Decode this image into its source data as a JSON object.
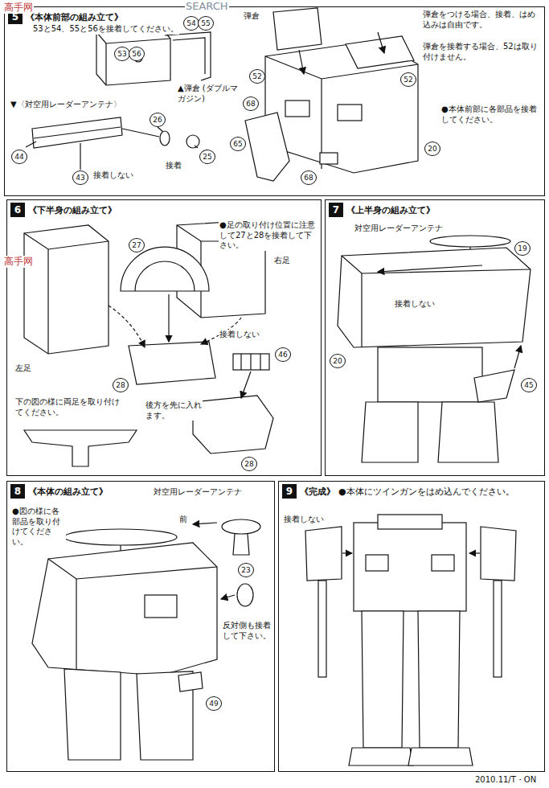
{
  "diagram": {
    "nodes": [
      {
        "text": [
          "5",
          "《本体前部の組み立て》"
        ]
      },
      {
        "text": [
          "6",
          "《下半身の組み立て》"
        ]
      },
      {
        "text": [
          "7",
          "《上半身の組み立て》"
        ]
      },
      {
        "text": [
          "8",
          "《本体の組み立て》"
        ]
      },
      {
        "text": [
          "9",
          "《完成》",
          "●本体にツインガンをはめ込んでください。"
        ]
      }
    ],
    "labels": [
      "SEARCH",
      "高手网",
      "高手网",
      "53と54、55と56を接着してください。",
      "53",
      "56",
      "54",
      "55",
      "▲弾倉 (ダブルマガジン)",
      "▼〈対空用レーダーアンテナ〉",
      "44",
      "43",
      "26",
      "25",
      "接着しない",
      "接着",
      "弾倉",
      "弾倉をつける場合、接着、はめ込みは自由です。",
      "52",
      "弾倉を接着する場合、52は取り付けません。",
      "52",
      "68",
      "65",
      "68",
      "20",
      "●本体前部に各部品を接着してください。",
      "●足の取り付け位置に注意して27と28を接着して下さい。",
      "27",
      "右足",
      "左足",
      "接着しない",
      "28",
      "下の図の様に両足を取り付けてください。",
      "46",
      "後方を先に入れます。",
      "28",
      "対空用レーダーアンテナ",
      "19",
      "接着しない",
      "20",
      "45",
      "●図の様に各部品を取り付けてください。",
      "対空用レーダーアンテナ",
      "前",
      "23",
      "反対側も接着して下さい。",
      "49",
      "接着しない",
      "2010.11/T・ON"
    ]
  }
}
